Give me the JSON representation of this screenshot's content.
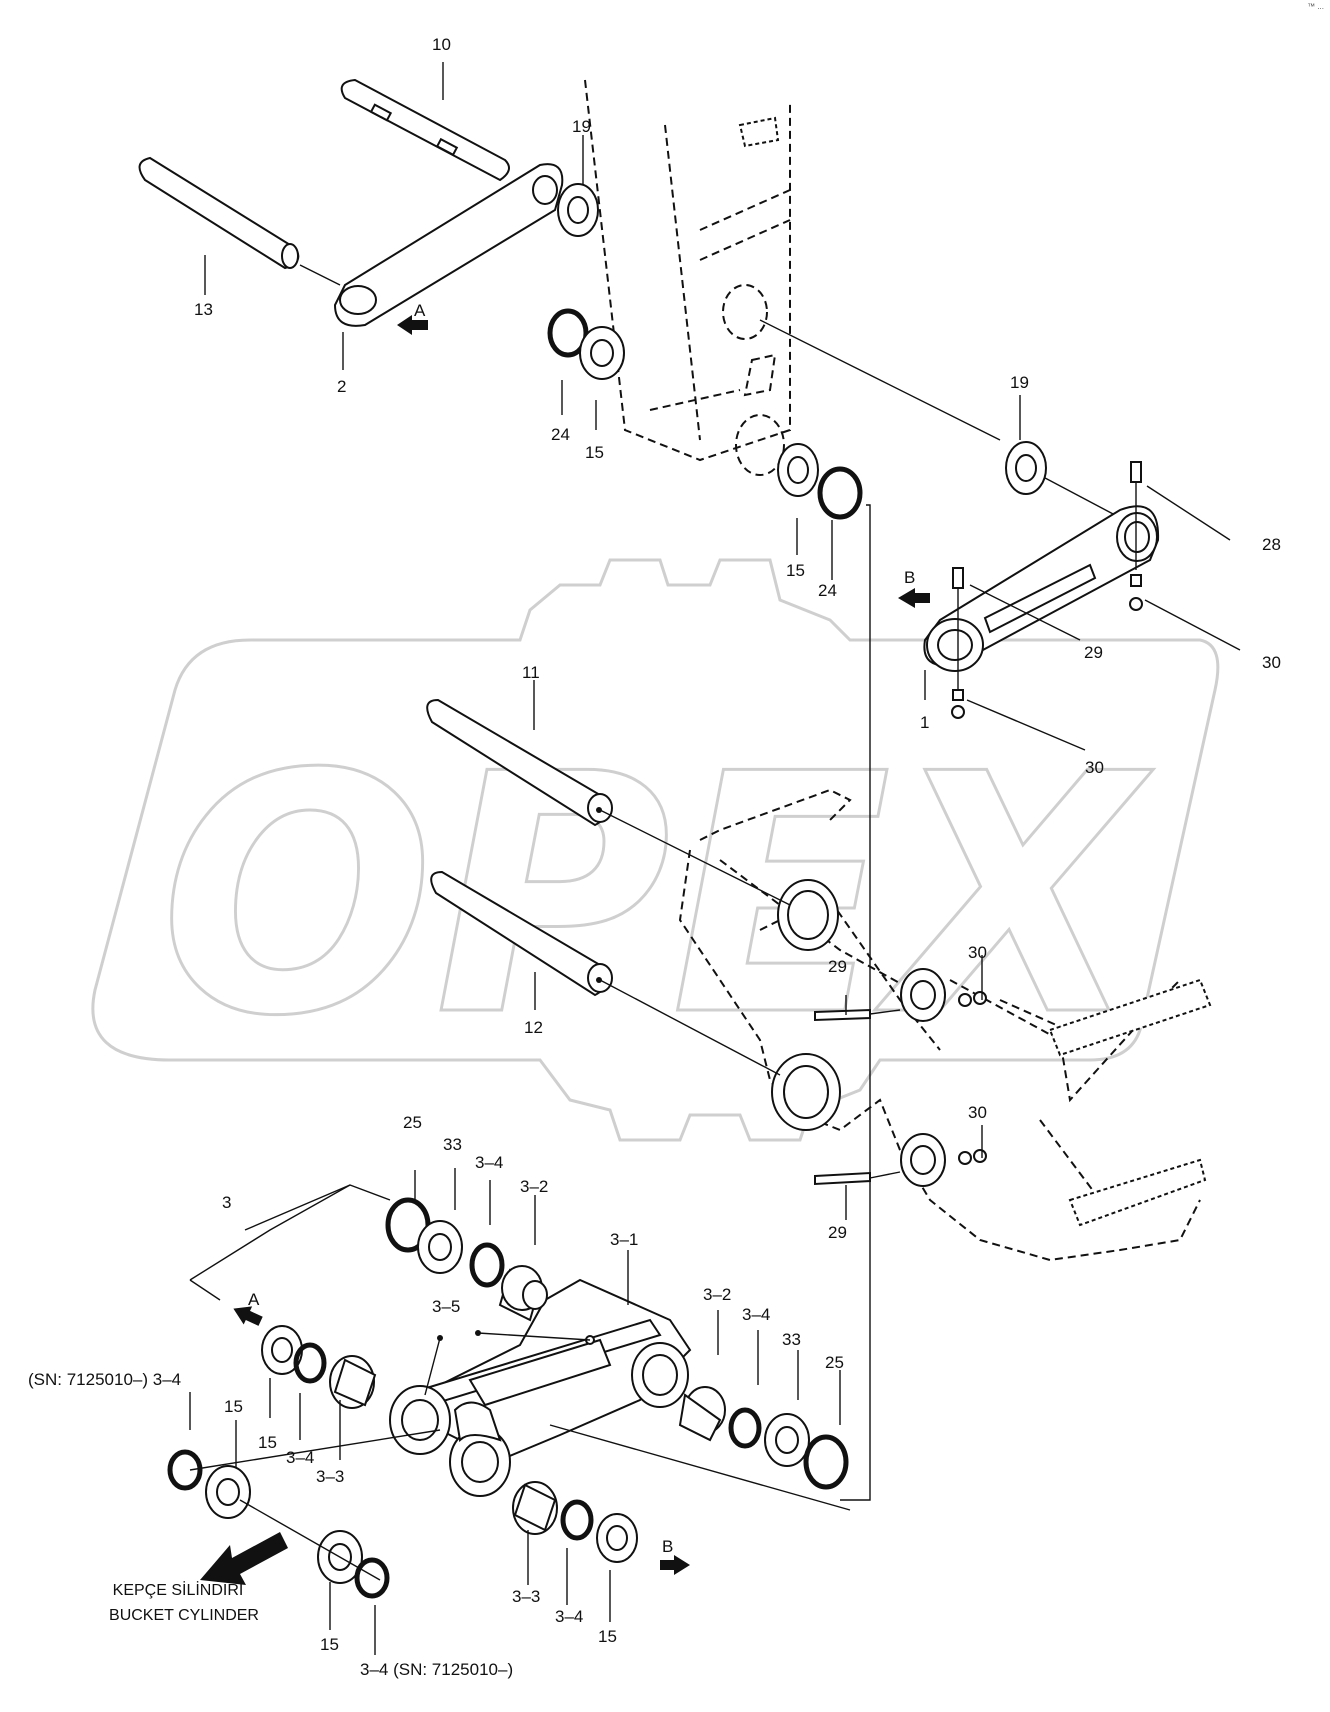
{
  "diagram": {
    "watermark": "OPEX",
    "corner_mark": "™ ...",
    "callouts": [
      {
        "id": "c10",
        "text": "10"
      },
      {
        "id": "c19a",
        "text": "19"
      },
      {
        "id": "c13",
        "text": "13"
      },
      {
        "id": "c2",
        "text": "2"
      },
      {
        "id": "cA1",
        "text": "A"
      },
      {
        "id": "c24a",
        "text": "24"
      },
      {
        "id": "c15a",
        "text": "15"
      },
      {
        "id": "c19b",
        "text": "19"
      },
      {
        "id": "c28",
        "text": "28"
      },
      {
        "id": "c15b",
        "text": "15"
      },
      {
        "id": "c24b",
        "text": "24"
      },
      {
        "id": "cB1",
        "text": "B"
      },
      {
        "id": "c29a",
        "text": "29"
      },
      {
        "id": "c30a",
        "text": "30"
      },
      {
        "id": "c1",
        "text": "1"
      },
      {
        "id": "c30b",
        "text": "30"
      },
      {
        "id": "c11",
        "text": "11"
      },
      {
        "id": "c12",
        "text": "12"
      },
      {
        "id": "c29b",
        "text": "29"
      },
      {
        "id": "c30c",
        "text": "30"
      },
      {
        "id": "c30d",
        "text": "30"
      },
      {
        "id": "c29c",
        "text": "29"
      },
      {
        "id": "c25a",
        "text": "25"
      },
      {
        "id": "c33a",
        "text": "33"
      },
      {
        "id": "c34a",
        "text": "3–4"
      },
      {
        "id": "c32a",
        "text": "3–2"
      },
      {
        "id": "c3",
        "text": "3"
      },
      {
        "id": "c31",
        "text": "3–1"
      },
      {
        "id": "cA2",
        "text": "A"
      },
      {
        "id": "c35",
        "text": "3–5"
      },
      {
        "id": "c32b",
        "text": "3–2"
      },
      {
        "id": "c34b",
        "text": "3–4"
      },
      {
        "id": "c33b",
        "text": "33"
      },
      {
        "id": "c25b",
        "text": "25"
      },
      {
        "id": "c34sn1",
        "text": "(SN:  7125010–) 3–4"
      },
      {
        "id": "c15c",
        "text": "15"
      },
      {
        "id": "c15d",
        "text": "15"
      },
      {
        "id": "c34c",
        "text": "3–4"
      },
      {
        "id": "c33c",
        "text": "3–3"
      },
      {
        "id": "cB2",
        "text": "B"
      },
      {
        "id": "c33d",
        "text": "3–3"
      },
      {
        "id": "c34d",
        "text": "3–4"
      },
      {
        "id": "c15e",
        "text": "15"
      },
      {
        "id": "c15f",
        "text": "15"
      },
      {
        "id": "c34sn2",
        "text": "3–4 (SN:  7125010–)"
      }
    ],
    "caption_line1": "KEPÇE SİLİNDİRİ",
    "caption_line2": "BUCKET CYLINDER"
  }
}
